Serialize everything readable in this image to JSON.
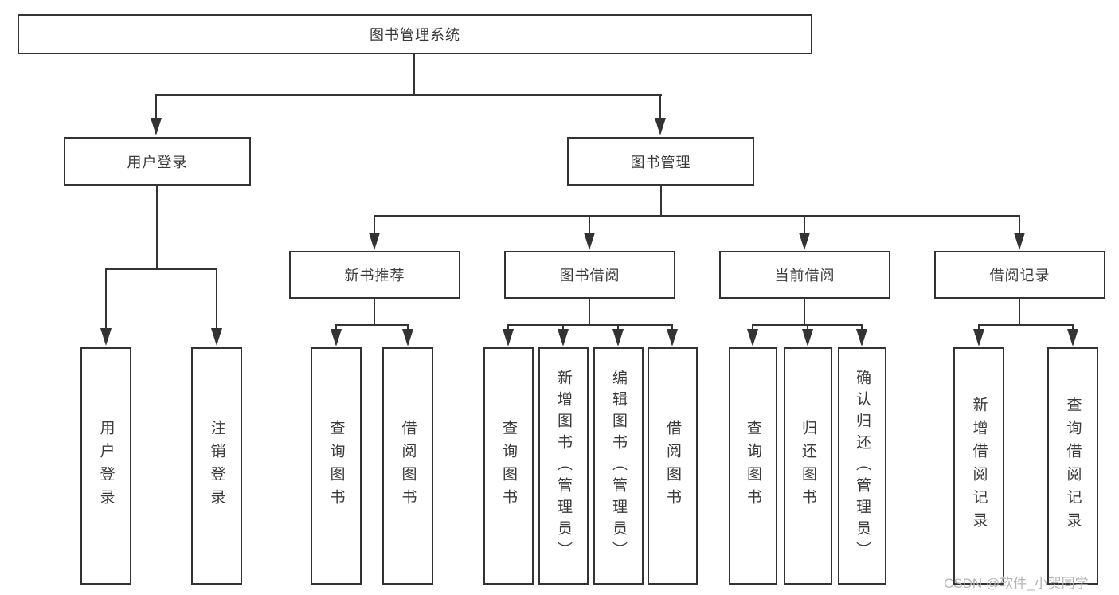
{
  "tree": {
    "root": "图书管理系统",
    "user_login": {
      "label": "用户登录",
      "children": [
        "用户登录",
        "注销登录"
      ]
    },
    "book_mgmt": {
      "label": "图书管理",
      "children": [
        {
          "label": "新书推荐",
          "children": [
            "查询图书",
            "借阅图书"
          ]
        },
        {
          "label": "图书借阅",
          "children": [
            "查询图书",
            "新增图书（管理员）",
            "编辑图书（管理员）",
            "借阅图书"
          ]
        },
        {
          "label": "当前借阅",
          "children": [
            "查询图书",
            "归还图书",
            "确认归还（管理员）"
          ]
        },
        {
          "label": "借阅记录",
          "children": [
            "新增借阅记录",
            "查询借阅记录"
          ]
        }
      ]
    }
  },
  "watermark": "CSDN @软件_小贺同学",
  "colors": {
    "line": "#333333",
    "text": "#3a3a3a",
    "watermark": "#b5b5b5",
    "background": "#ffffff"
  }
}
